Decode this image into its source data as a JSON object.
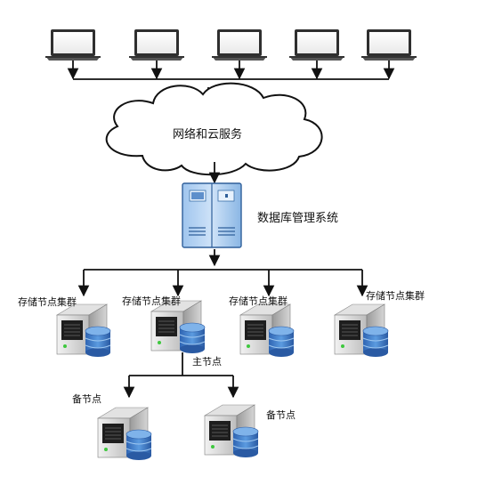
{
  "nodes": {
    "cloud": "网络和云服务",
    "dbms": "数据库管理系统",
    "cluster_1": "存储节点集群",
    "cluster_2": "存储节点集群",
    "cluster_3": "存储节点集群",
    "cluster_4": "存储节点集群",
    "master": "主节点",
    "backup_1": "备节点",
    "backup_2": "备节点"
  },
  "icons": {
    "client": "laptop-icon",
    "cloud": "cloud-icon",
    "dbms": "server-cabinet-icon",
    "storage": "storage-server-icon"
  },
  "colors": {
    "line": "#111111",
    "server_blue": "#5b9bd5",
    "disk_blue": "#3a78c8",
    "server_gray": "#c8c8c8"
  }
}
